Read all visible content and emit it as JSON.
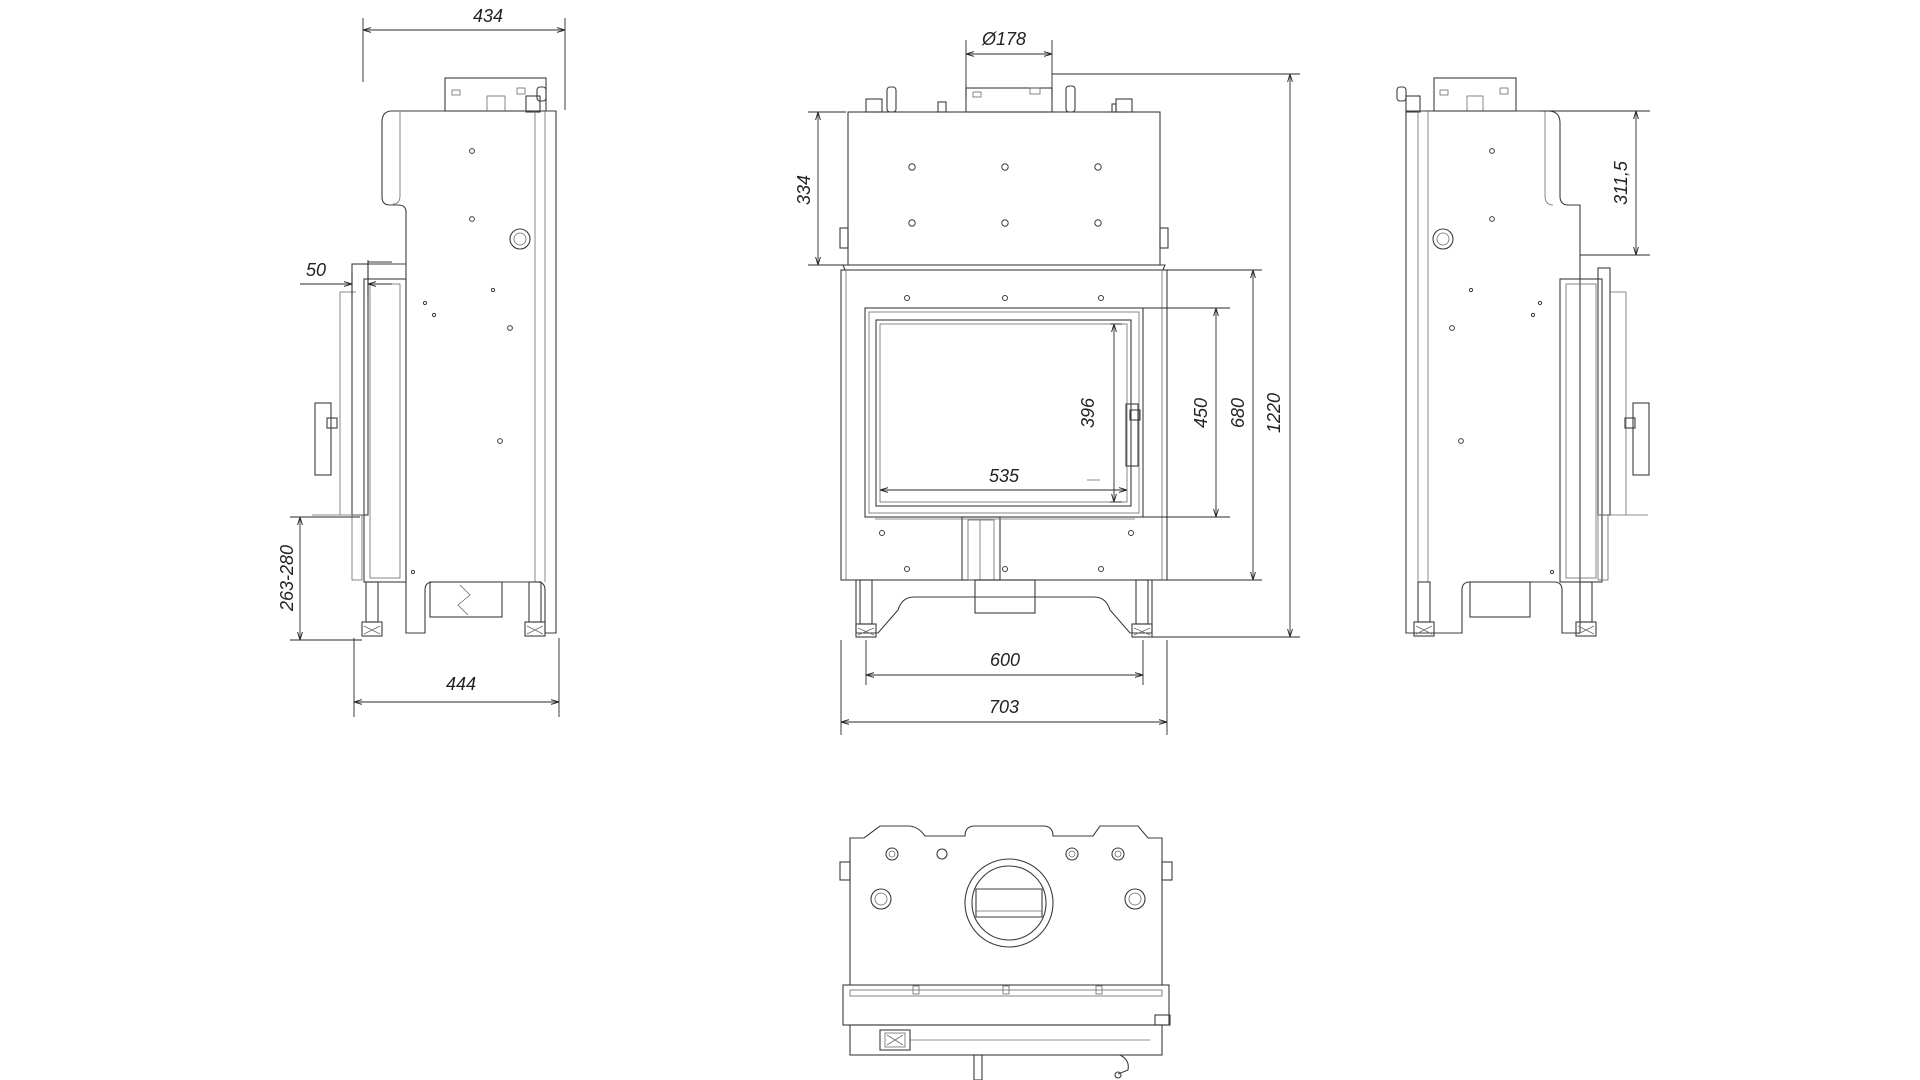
{
  "dimensions": {
    "side_depth_top": "434",
    "side_depth_bottom": "444",
    "side_offset": "50",
    "side_leg_height": "263-280",
    "flue_diameter": "Ø178",
    "front_top_height": "334",
    "glass_height": "396",
    "door_inner_height": "450",
    "chamber_height": "680",
    "total_height": "1220",
    "glass_width": "535",
    "chamber_width": "600",
    "total_width": "703",
    "right_top_height": "311,5"
  },
  "colors": {
    "line": "#3c3c3c",
    "background": "#ffffff"
  }
}
